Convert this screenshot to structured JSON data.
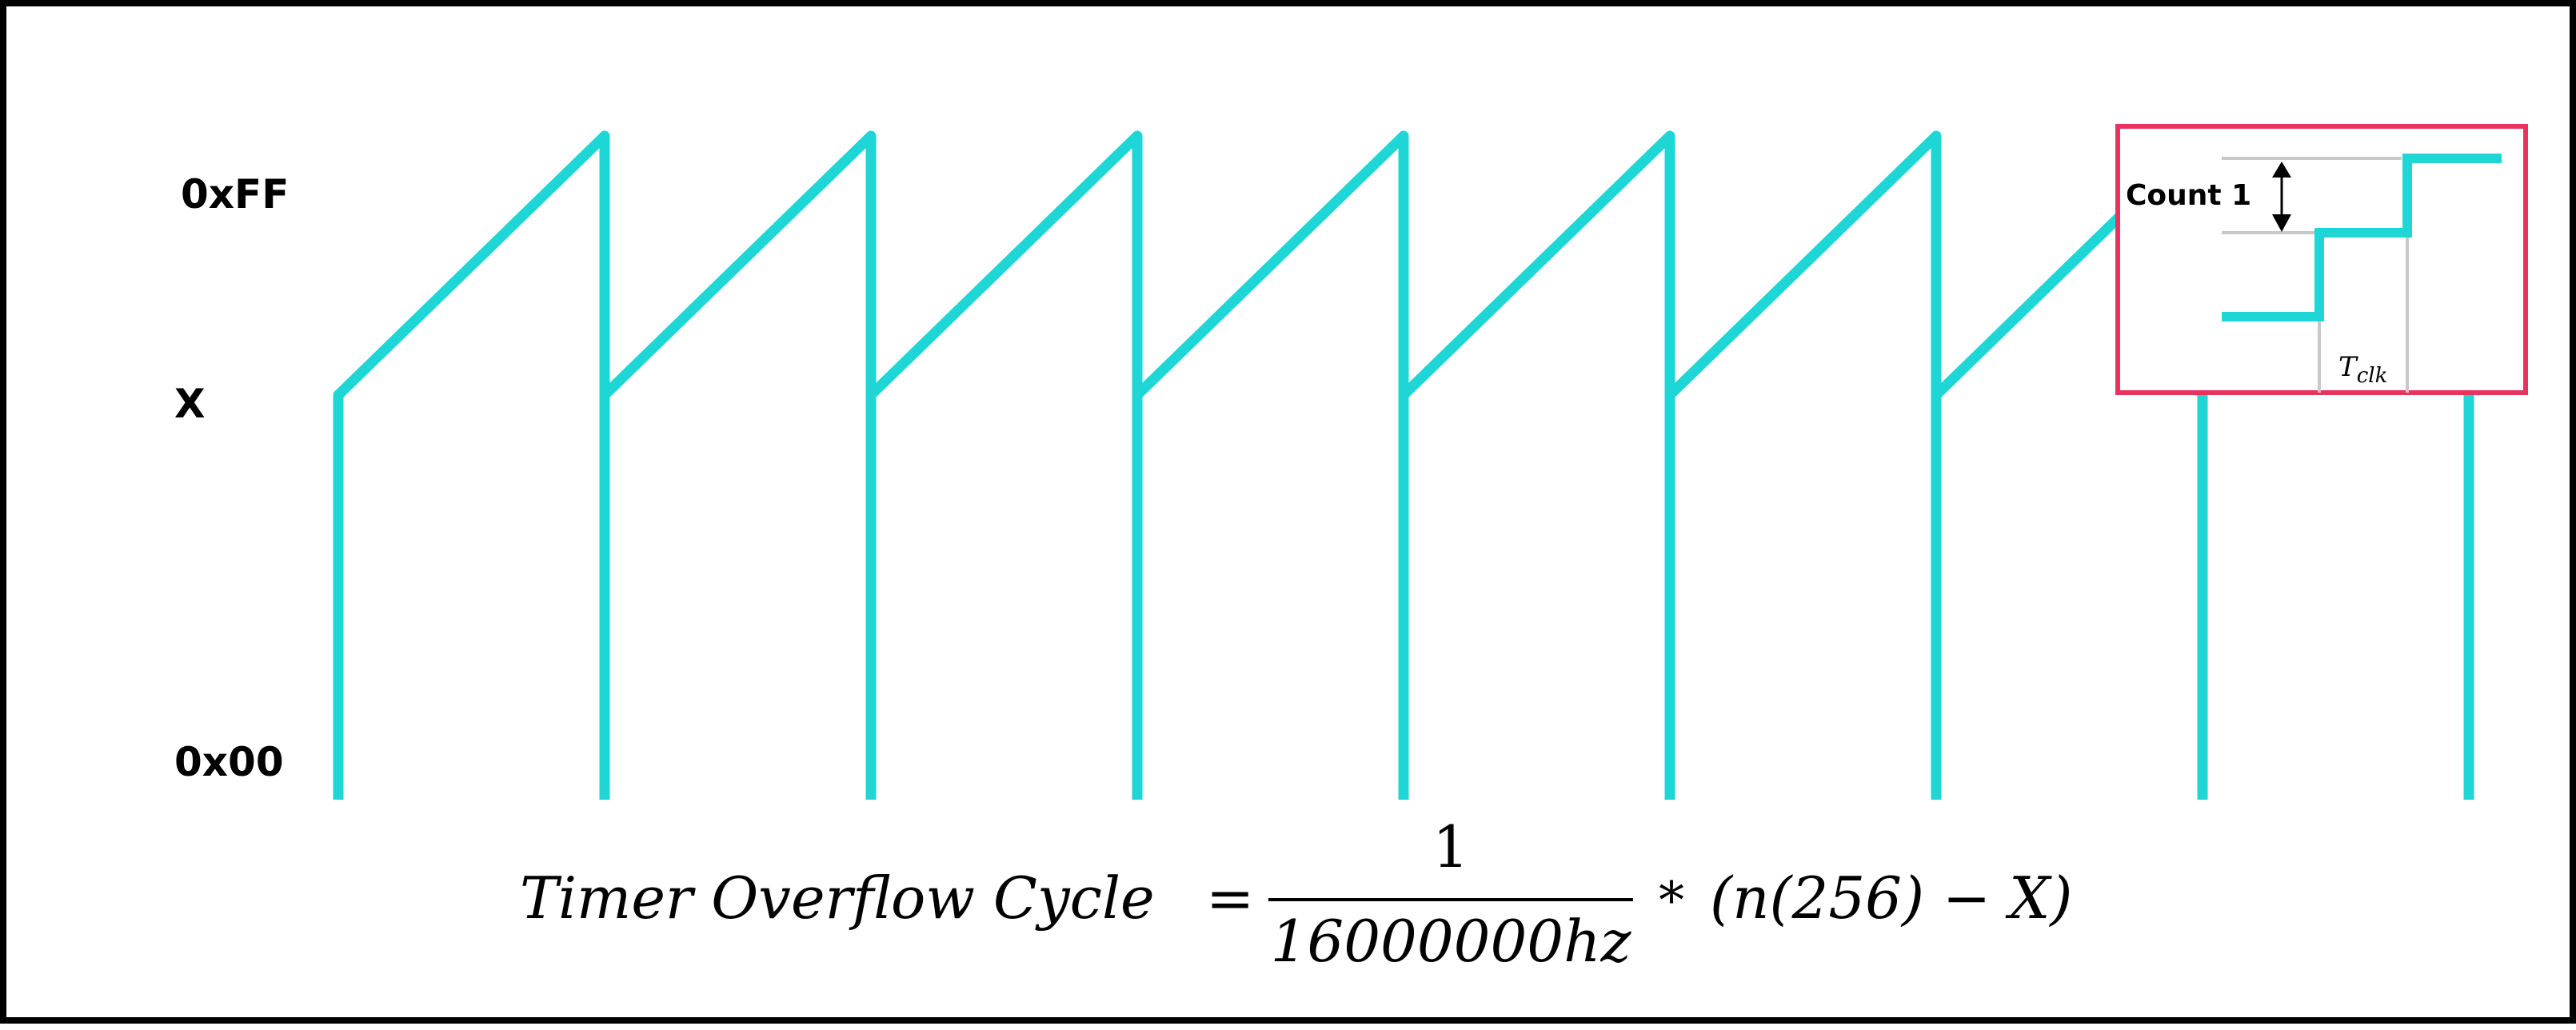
{
  "axis": {
    "top_label": "0xFF",
    "mid_label": "X",
    "bottom_label": "0x00"
  },
  "waveform": {
    "color": "#1ed6d6",
    "teeth": 7,
    "extra_reset_lines": 2
  },
  "inset": {
    "border_color": "#e8335f",
    "step_color": "#1ed6d6",
    "count_label": "Count 1",
    "period_label_main": "T",
    "period_label_sub": "clk"
  },
  "formula": {
    "lhs": "Timer Overflow Cycle",
    "equals": "=",
    "numerator": "1",
    "denominator": "16000000hz",
    "operator": "*",
    "rhs": "(n(256)  − X)"
  }
}
